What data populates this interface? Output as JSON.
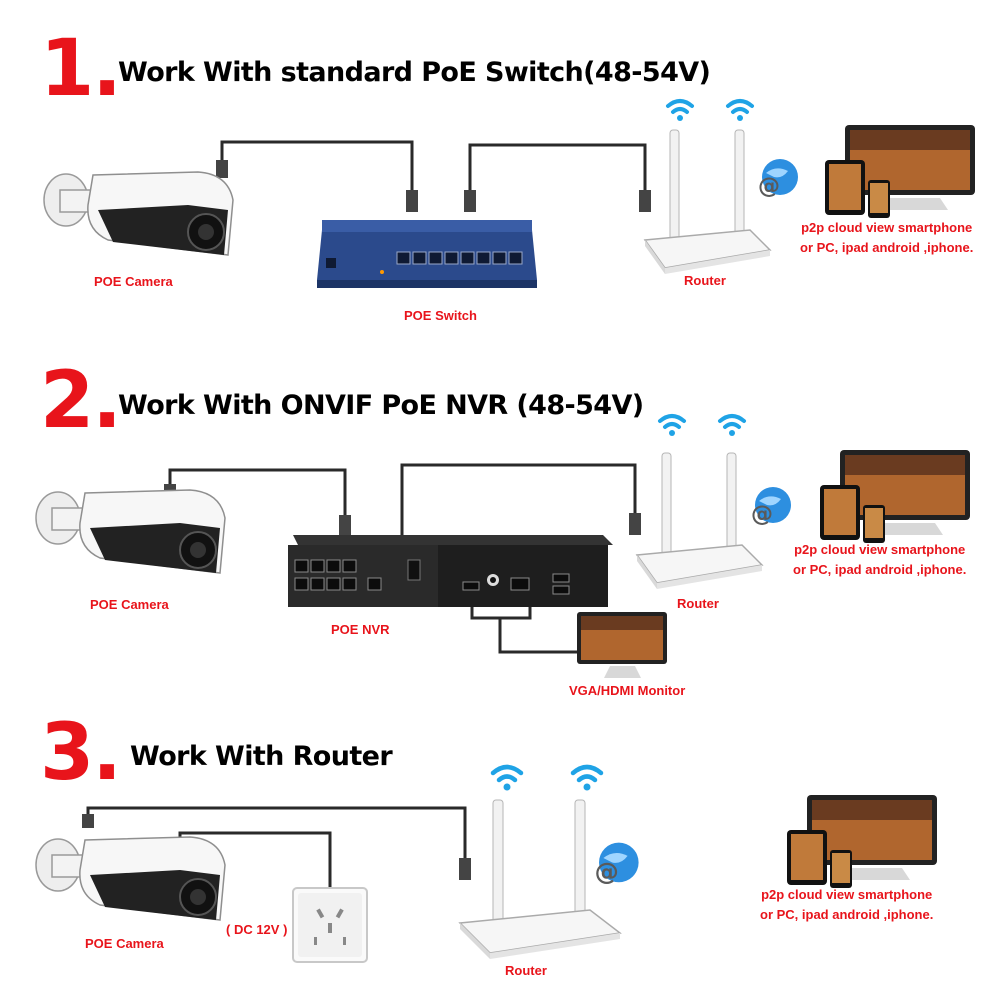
{
  "sections": [
    {
      "number": "1.",
      "title": "Work With standard PoE Switch(48-54V)",
      "labels": {
        "camera": "POE Camera",
        "switch": "POE Switch",
        "router": "Router"
      },
      "p2p": [
        "p2p cloud  view smartphone",
        "or PC, ipad android ,iphone."
      ]
    },
    {
      "number": "2.",
      "title": "Work With ONVIF PoE NVR (48-54V)",
      "labels": {
        "camera": "POE Camera",
        "nvr": "POE NVR",
        "router": "Router",
        "monitor": "VGA/HDMI Monitor"
      },
      "p2p": [
        "p2p cloud  view smartphone",
        "or PC, ipad android ,iphone."
      ]
    },
    {
      "number": "3.",
      "title": "Work With Router",
      "labels": {
        "camera": "POE Camera",
        "power": "( DC 12V )",
        "router": "Router"
      },
      "p2p": [
        "p2p cloud  view smartphone",
        "or PC, ipad android ,iphone."
      ]
    }
  ],
  "colors": {
    "accent_red": "#e8141b",
    "wire": "#2a2a2a",
    "wifi": "#1fa3e6",
    "switch_blue": "#2b4a8c",
    "nvr_body": "#1e1e1e"
  }
}
